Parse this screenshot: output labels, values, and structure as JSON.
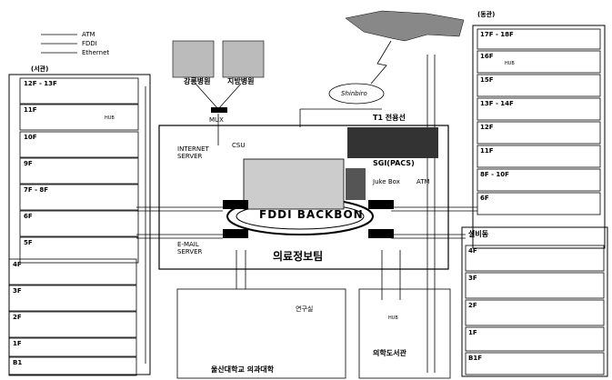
{
  "legend": {
    "atm": "ATM",
    "fddi": "FDDI",
    "ethernet": "Ethernet"
  },
  "west_title": "(서관)",
  "east_title": "(동관)",
  "west_floors": [
    "12F - 13F",
    "11F",
    "10F",
    "9F",
    "7F - 8F",
    "6F",
    "5F",
    "4F",
    "3F",
    "2F",
    "1F",
    "B1"
  ],
  "east_floors": [
    "17F - 18F",
    "16F",
    "15F",
    "13F - 14F",
    "12F",
    "11F",
    "8F - 10F",
    "6F",
    "4F",
    "3F",
    "2F",
    "1F",
    "B1F"
  ],
  "hospitals": {
    "gangneung": "강릉병원",
    "jeongeup": "지방병원"
  },
  "shinbiro": "Shinbiro",
  "t1_line": "T1 전용선",
  "sgi": "SGI(PACS)",
  "atm_label": "ATM",
  "jukebox": "Juke Box",
  "internet_server": "INTERNET\nSERVER",
  "email_server": "E-MAIL\nSERVER",
  "csu": "CSU",
  "fddi_backbone": "FDDI BACKBON",
  "medical_info": "의료정보팀",
  "annex": "설비동",
  "univ": "울산대학교 의과대학",
  "library": "의학도서관",
  "hub": "HUB",
  "mux": "MUX",
  "research": "연구실"
}
